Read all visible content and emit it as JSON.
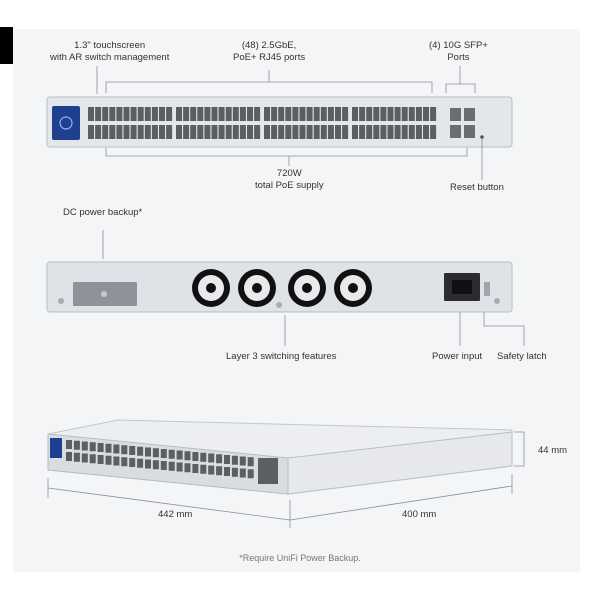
{
  "front_labels": {
    "touchscreen": [
      "1.3\" touchscreen",
      "with AR switch management"
    ],
    "rj45": [
      "(48) 2.5GbE,",
      "PoE+ RJ45 ports"
    ],
    "sfp": [
      "(4) 10G SFP+",
      "Ports"
    ],
    "poe_supply": [
      "720W",
      "total PoE supply"
    ],
    "reset": "Reset button"
  },
  "rear_labels": {
    "dc_backup": "DC power backup*",
    "layer3": "Layer 3 switching features",
    "power_input": "Power input",
    "safety_latch": "Safety latch"
  },
  "dimensions": {
    "width": "442 mm",
    "depth": "400 mm",
    "height": "44 mm"
  },
  "footnote": "*Require UniFi Power Backup.",
  "colors": {
    "panel_bg": "#f4f5f6",
    "chassis": "#dfe2e6",
    "port": "#5b5f64",
    "screen": "#1f3f8f",
    "line": "#8a8f96"
  }
}
